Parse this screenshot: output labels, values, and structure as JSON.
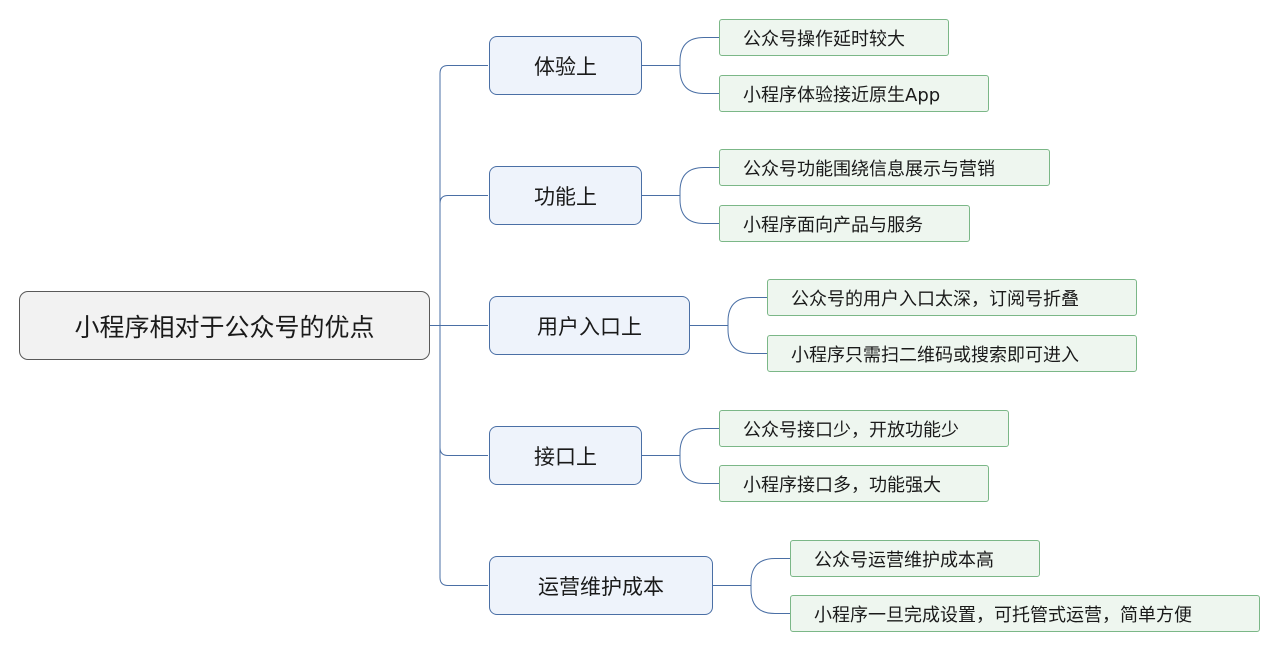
{
  "mindmap": {
    "root": "小程序相对于公众号的优点",
    "branches": [
      {
        "label": "体验上",
        "leaves": [
          "公众号操作延时较大",
          "小程序体验接近原生App"
        ]
      },
      {
        "label": "功能上",
        "leaves": [
          "公众号功能围绕信息展示与营销",
          "小程序面向产品与服务"
        ]
      },
      {
        "label": "用户入口上",
        "leaves": [
          "公众号的用户入口太深，订阅号折叠",
          "小程序只需扫二维码或搜索即可进入"
        ]
      },
      {
        "label": "接口上",
        "leaves": [
          "公众号接口少，开放功能少",
          "小程序接口多，功能强大"
        ]
      },
      {
        "label": "运营维护成本",
        "leaves": [
          "公众号运营维护成本高",
          "小程序一旦完成设置，可托管式运营，简单方便"
        ]
      }
    ]
  },
  "colors": {
    "root_border": "#595959",
    "root_fill": "#f2f2f2",
    "branch_border": "#4a6fa5",
    "branch_fill": "#eef3fb",
    "leaf_border": "#7bb787",
    "leaf_fill": "#eef6ef",
    "connector": "#4a6fa5"
  }
}
